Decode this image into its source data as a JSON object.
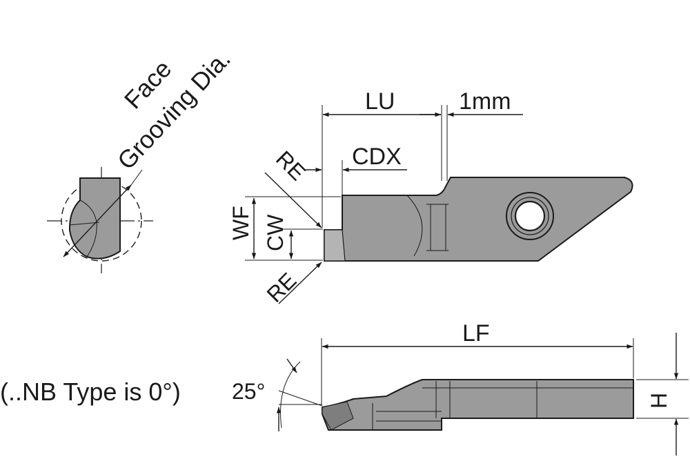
{
  "colors": {
    "insert_gray": "#9b9b9b",
    "insert_gray_light": "#b4b4b4",
    "insert_gray_dark": "#7e7e7e",
    "line": "#1a1a1a"
  },
  "labels": {
    "face": "Face",
    "grooving_dia": "Grooving Dia.",
    "lu": "LU",
    "one_mm": "1mm",
    "cdx": "CDX",
    "re_top": "RE",
    "wf": "WF",
    "cw": "CW",
    "re_bottom": "RE",
    "lf": "LF",
    "angle": "25°",
    "nb_note": "(..NB Type is 0°)",
    "h": "H"
  }
}
